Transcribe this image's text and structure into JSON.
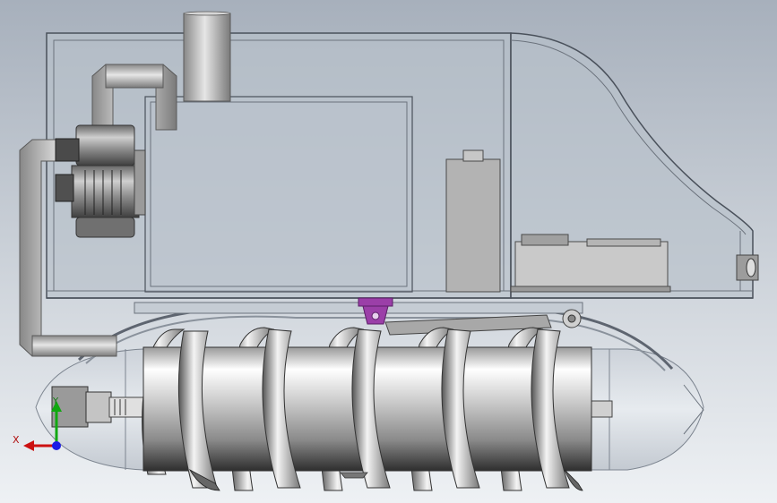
{
  "viewport": {
    "background_top": "#a9b2bd",
    "background_bottom": "#e8ecf1",
    "housing_fill": "#b8c0ca",
    "metal_light": "#f2f2f2",
    "metal_mid": "#b9b9b9",
    "metal_dark": "#5a5a5a",
    "bracket_color": "#9b3fa8"
  },
  "axis_triad": {
    "x_label": "X",
    "y_label": "Y",
    "x_color": "#cc1111",
    "y_color": "#11a811",
    "origin_color": "#1a1ae6"
  },
  "parts": [
    "exhaust-pipe",
    "intake-pipe",
    "side-pipe",
    "electric-motor",
    "engine-box",
    "battery-unit",
    "control-box",
    "headlight",
    "track-arch",
    "screw-drum",
    "screw-flights",
    "pontoon-hull",
    "axle-coupling",
    "hitch-bracket",
    "hydraulic-cylinder"
  ]
}
